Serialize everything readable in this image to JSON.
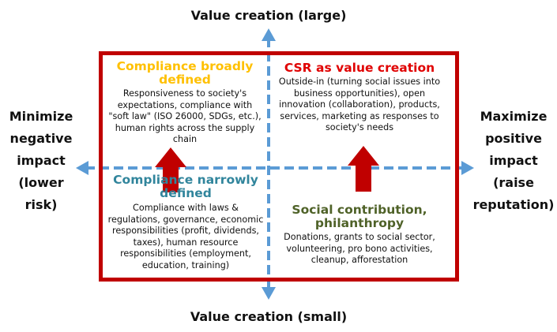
{
  "axes": {
    "top": "Value creation (large)",
    "bottom": "Value creation (small)",
    "left": [
      "Minimize",
      "negative",
      "impact",
      "(lower",
      "risk)"
    ],
    "right": [
      "Maximize",
      "positive",
      "impact",
      "(raise",
      "reputation)"
    ]
  },
  "quadrants": {
    "top_left": {
      "title": [
        "Compliance broadly",
        "defined"
      ],
      "body": [
        "Responsiveness to society's",
        "expectations, compliance with",
        "\"soft law\" (ISO 26000, SDGs, etc.),",
        "human rights across the supply",
        "chain"
      ]
    },
    "top_right": {
      "title": [
        "CSR as value creation"
      ],
      "body": [
        "Outside-in (turning social issues into",
        "business opportunities), open",
        "innovation (collaboration), products,",
        "services, marketing as responses to",
        "society's needs"
      ]
    },
    "bottom_left": {
      "title": [
        "Compliance narrowly",
        "defined"
      ],
      "body": [
        "Compliance with laws &",
        "regulations, governance, economic",
        "responsibilities (profit, dividends,",
        "taxes), human resource",
        "responsibilities (employment,",
        "education, training)"
      ]
    },
    "bottom_right": {
      "title": [
        "Social contribution,",
        "philanthropy"
      ],
      "body": [
        "Donations, grants to social sector,",
        "volunteering, pro bono activities,",
        "cleanup, afforestation"
      ]
    }
  },
  "colors": {
    "frame": "#c00000",
    "axis": "#5b9bd5",
    "up_arrow": "#c00000",
    "tl_title": "#ffc000",
    "tr_title": "#e00000",
    "bl_title": "#31859c",
    "br_title": "#4f6228"
  }
}
